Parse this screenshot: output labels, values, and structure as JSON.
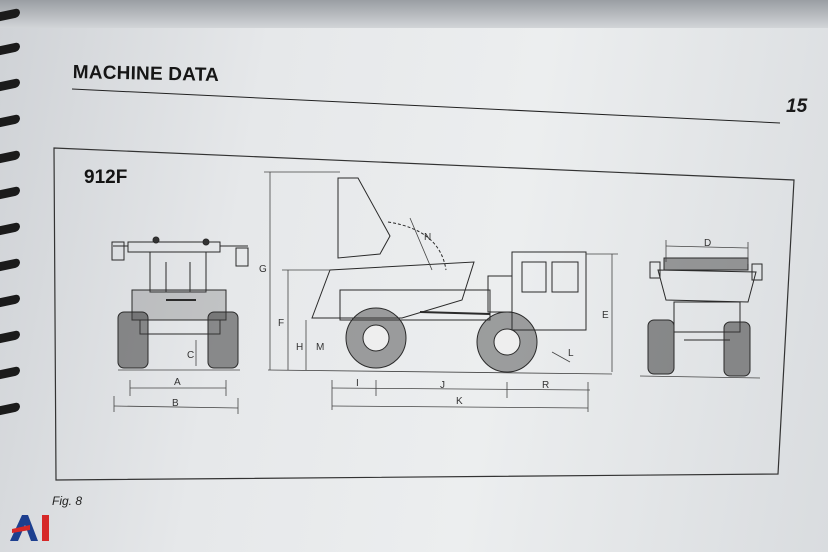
{
  "header": {
    "title": "MACHINE DATA",
    "page_number": "15"
  },
  "figure": {
    "model": "912F",
    "caption": "Fig. 8",
    "dimension_labels": {
      "A": "A",
      "B": "B",
      "C": "C",
      "D": "D",
      "E": "E",
      "F": "F",
      "G": "G",
      "H": "H",
      "I": "I",
      "J": "J",
      "K": "K",
      "M": "M",
      "N": "N",
      "R": "R",
      "L": "L"
    }
  },
  "watermark": {
    "icon": "ai-logo-icon",
    "colors": {
      "red": "#d62828",
      "blue": "#1d3f8f"
    }
  }
}
